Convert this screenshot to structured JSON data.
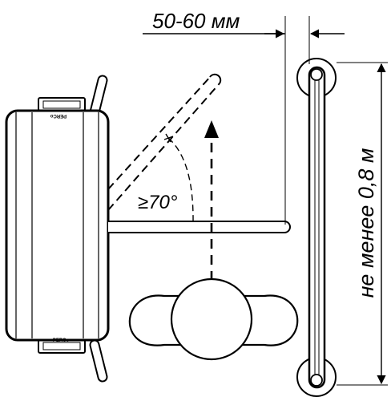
{
  "labels": {
    "gap_dimension": "50-60 мм",
    "min_height": "не менее  0,8 м",
    "angle": "≥70°"
  },
  "device": {
    "top_badge": "PERCo",
    "bottom_badge": "PERCo"
  },
  "colors": {
    "stroke": "#000000",
    "background": "#ffffff"
  }
}
